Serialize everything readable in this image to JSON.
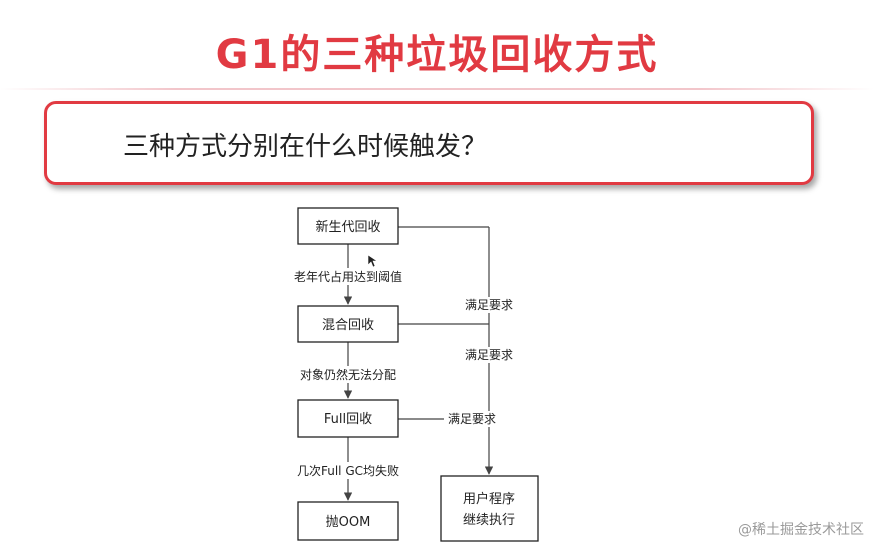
{
  "slide": {
    "title": "G1的三种垃圾回收方式",
    "question": "三种方式分别在什么时候触发？"
  },
  "flowchart": {
    "nodes": {
      "young_gc": "新生代回收",
      "mixed_gc": "混合回收",
      "full_gc": "Full回收",
      "oom": "抛OOM",
      "continue_l1": "用户程序",
      "continue_l2": "继续执行"
    },
    "edge_labels": {
      "young_to_mixed": "老年代占用达到阈值",
      "mixed_to_full": "对象仍然无法分配",
      "full_to_oom": "几次Full GC均失败",
      "young_ok": "满足要求",
      "mixed_ok": "满足要求",
      "full_ok": "满足要求"
    }
  },
  "watermark": "@稀土掘金技术社区"
}
